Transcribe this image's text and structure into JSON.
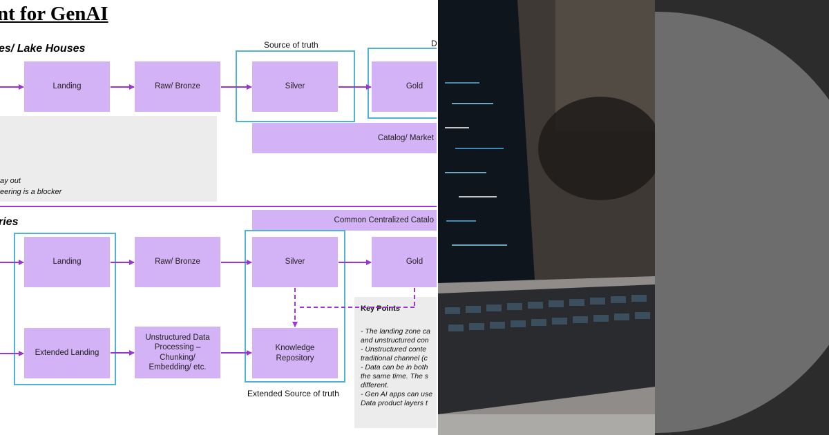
{
  "diagram": {
    "title": "nt for GenAI",
    "section_top": "es/ Lake Houses",
    "section_bottom": "ries",
    "source_of_truth": "Source of truth",
    "top_right_fragment": "D",
    "extended_source_of_truth": "Extended Source of truth",
    "top_row": {
      "landing": "Landing",
      "raw_bronze": "Raw/ Bronze",
      "silver": "Silver",
      "gold": "Gold",
      "catalog": "Catalog/ Market"
    },
    "top_notes": [
      "ay out",
      "eering is a blocker"
    ],
    "common_catalog": "Common Centralized Catalo",
    "bottom_row": {
      "landing": "Landing",
      "raw_bronze": "Raw/ Bronze",
      "silver": "Silver",
      "gold": "Gold",
      "extended_landing": "Extended Landing",
      "unstructured": "Unstructured Data Processing – Chunking/ Embedding/ etc.",
      "knowledge_repository": "Knowledge Repository"
    },
    "key_points": {
      "title": "Key Points",
      "lines": [
        "- The landing zone ca",
        "and unstructured con",
        "- Unstructured conte",
        "traditional channel (c",
        "- Data can be in both",
        "the same time. The s",
        "different.",
        "- Gen AI apps can use",
        "Data product layers t"
      ]
    }
  },
  "colors": {
    "box_fill": "#d4b2f6",
    "frame": "#4fb1d3",
    "arrow": "#9b34d6",
    "grey_panel": "#ececec"
  }
}
